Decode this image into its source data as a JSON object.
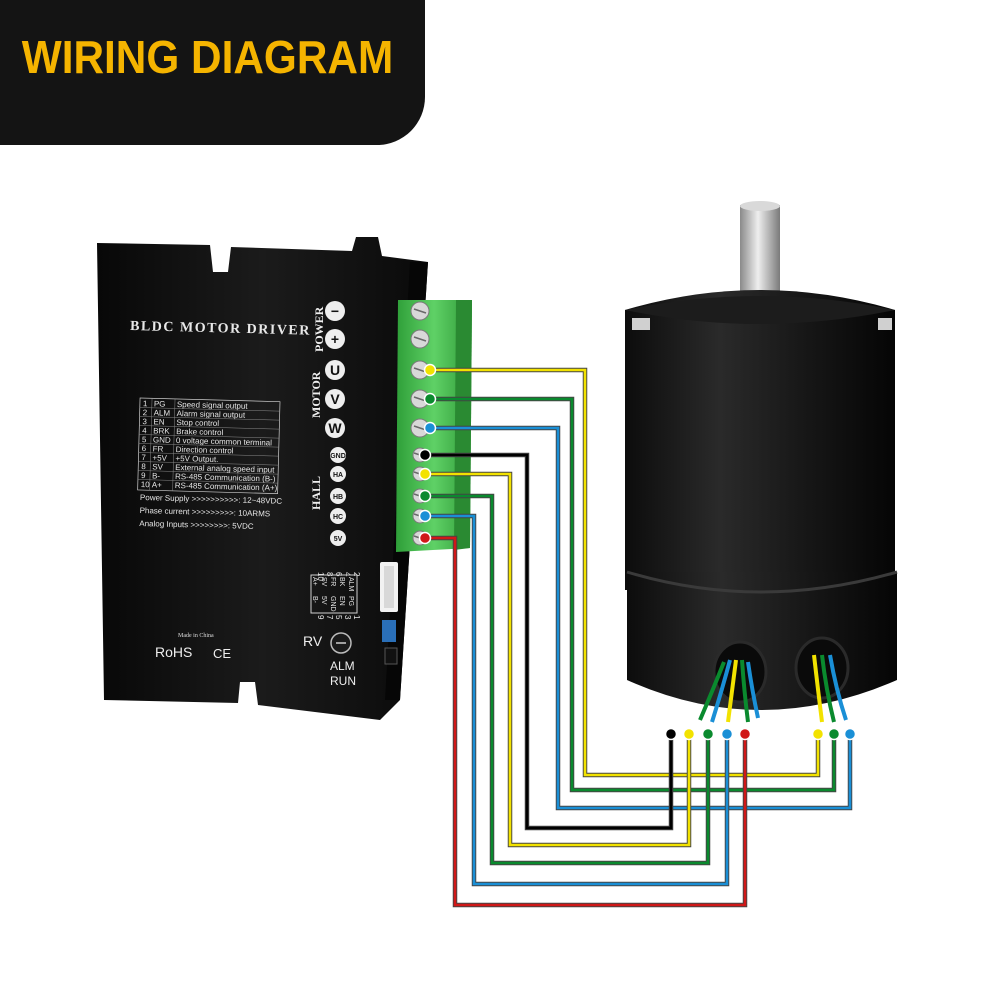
{
  "banner": {
    "title": "WIRING DIAGRAM"
  },
  "driver": {
    "title": "BLDC MOTOR DRIVER",
    "pin_table": [
      {
        "num": "1",
        "code": "PG",
        "desc": "Speed signal output"
      },
      {
        "num": "2",
        "code": "ALM",
        "desc": "Alarm signal output"
      },
      {
        "num": "3",
        "code": "EN",
        "desc": "Stop control"
      },
      {
        "num": "4",
        "code": "BRK",
        "desc": "Brake control"
      },
      {
        "num": "5",
        "code": "GND",
        "desc": "0 voltage common terminal"
      },
      {
        "num": "6",
        "code": "FR",
        "desc": "Direction control"
      },
      {
        "num": "7",
        "code": "+5V",
        "desc": "+5V Output."
      },
      {
        "num": "8",
        "code": "SV",
        "desc": "External analog speed input"
      },
      {
        "num": "9",
        "code": "B-",
        "desc": "RS-485 Communication (B-)"
      },
      {
        "num": "10",
        "code": "A+",
        "desc": "RS-485 Communication (A+)"
      }
    ],
    "specs": [
      "Power Supply >>>>>>>>>>: 12~48VDC",
      "Phase current >>>>>>>>>: 10ARMS",
      "Analog Inputs >>>>>>>>: 5VDC"
    ],
    "made_in": "Made in China",
    "rohs": "RoHS",
    "ce": "CE",
    "rv": "RV",
    "alm": "ALM",
    "run": "RUN",
    "power_label": "POWER",
    "motor_label": "MOTOR",
    "hall_label": "HALL",
    "terminals": [
      "−",
      "+",
      "U",
      "V",
      "W",
      "GND",
      "HA",
      "HB",
      "HC",
      "5V"
    ],
    "connector_top": [
      "10",
      "8",
      "6",
      "4",
      "2"
    ],
    "connector_row1": [
      "A+",
      "SV",
      "FR",
      "BK",
      "ALM"
    ],
    "connector_row2": [
      "B-",
      "5V",
      "GND",
      "EN",
      "PG"
    ],
    "connector_bottom": [
      "9",
      "7",
      "5",
      "3",
      "1"
    ]
  },
  "colors": {
    "yellow": "#f2e200",
    "green": "#0a8a2e",
    "blue": "#1a8fd6",
    "black": "#000000",
    "red": "#d01818",
    "accent": "#f5b400",
    "terminal_green": "#3fbf4a"
  }
}
